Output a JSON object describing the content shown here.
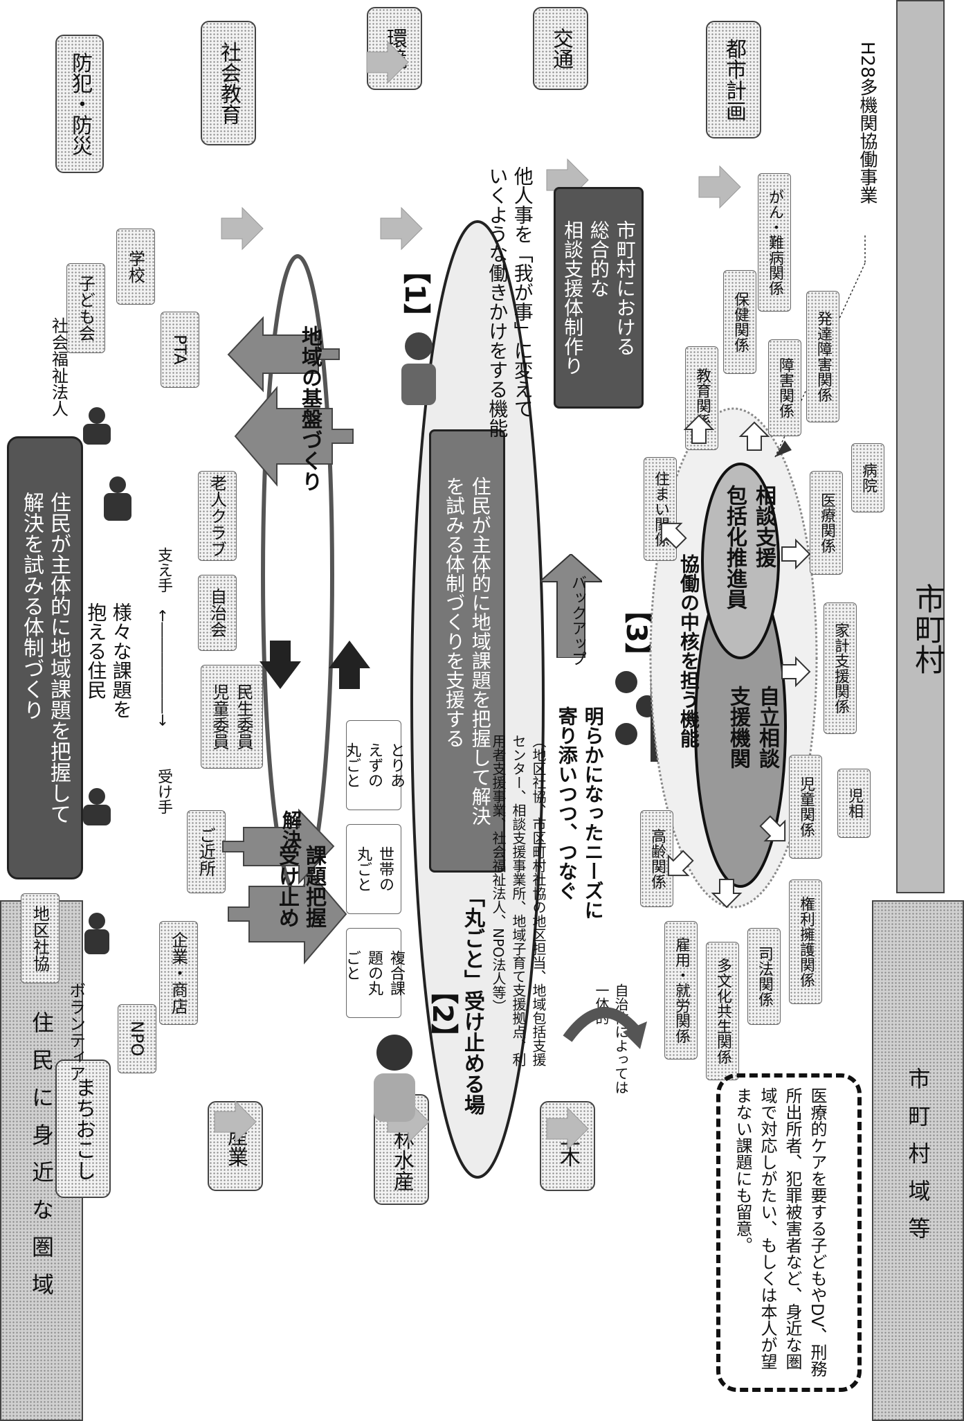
{
  "side_labels": {
    "near": "住民に身近な圏域",
    "municipal": "市町村域等"
  },
  "municipal_bar": "市町村",
  "sectors": [
    "防犯・防災",
    "社会教育",
    "環境",
    "交通",
    "都市計画",
    "まちおこし",
    "産業",
    "農林水産",
    "土木"
  ],
  "goal": "住民が主体的に地域課題を把握して\n解決を試みる体制づくり",
  "local_actors": [
    "地区社協",
    "ボランティア",
    "NPO",
    "子ども会",
    "学校",
    "社会福祉法人",
    "PTA",
    "老人クラブ",
    "自治会",
    "民生委員\n児童委員",
    "ご近所",
    "企業・商店"
  ],
  "actors_caption": {
    "title": "様々な課題を\n抱える住民",
    "receiver": "受け手",
    "supporter": "支え手"
  },
  "flow_labels": {
    "grasp": "課題把握\n受け止め",
    "solve": "解決",
    "foundation": "地域の基盤づくり"
  },
  "case_labels": [
    "複合課\n題の丸\nごと",
    "世帯の\n丸ごと",
    "とりあ\nえずの\n丸ごと"
  ],
  "section1": {
    "num": "【1】",
    "support": "住民が主体的に地域課題を把握して解決\nを試みる体制づくりを支援する",
    "caption": "他人事を「我が事」に変えて\nいくような働きかけをする機能"
  },
  "section2": {
    "num": "【2】",
    "title": "「丸ごと」受け止める場",
    "detail": "（地区社協、市区町村社協の地区担当、地域包括支援\nセンター、相談支援事業所、地域子育て支援拠点、利\n用者支援事業、社会福祉法人、NPO法人等）",
    "integrated": "自治体によっては\n一体的"
  },
  "section3": {
    "num": "【3】",
    "system_box": "市町村における\n総合的な\n相談支援体制作り",
    "backup": "バックアップ",
    "clarified": "明らかになったニーズに\n寄り添いつつ、つなぐ",
    "core": "協働の中核を担う機能",
    "self_reliance": "自立相談\n支援機関",
    "promoter": "相談支援\n包括化推進員",
    "h28": "H28多機関協働事業"
  },
  "related": [
    "住まい関係",
    "教育関係",
    "保健関係",
    "がん・難病関係",
    "障害関係",
    "発達障害関係",
    "医療関係",
    "病院",
    "家計支援関係",
    "児童関係",
    "児相",
    "高齢関係",
    "雇用・就労関係",
    "多文化共生関係",
    "司法関係",
    "権利擁護関係"
  ],
  "note": "医療的ケアを要する子どもやDV、刑務所出所者、犯罪被害者など、身近な圏域で対応しがたい、もしくは本人が望まない課題にも留意。"
}
